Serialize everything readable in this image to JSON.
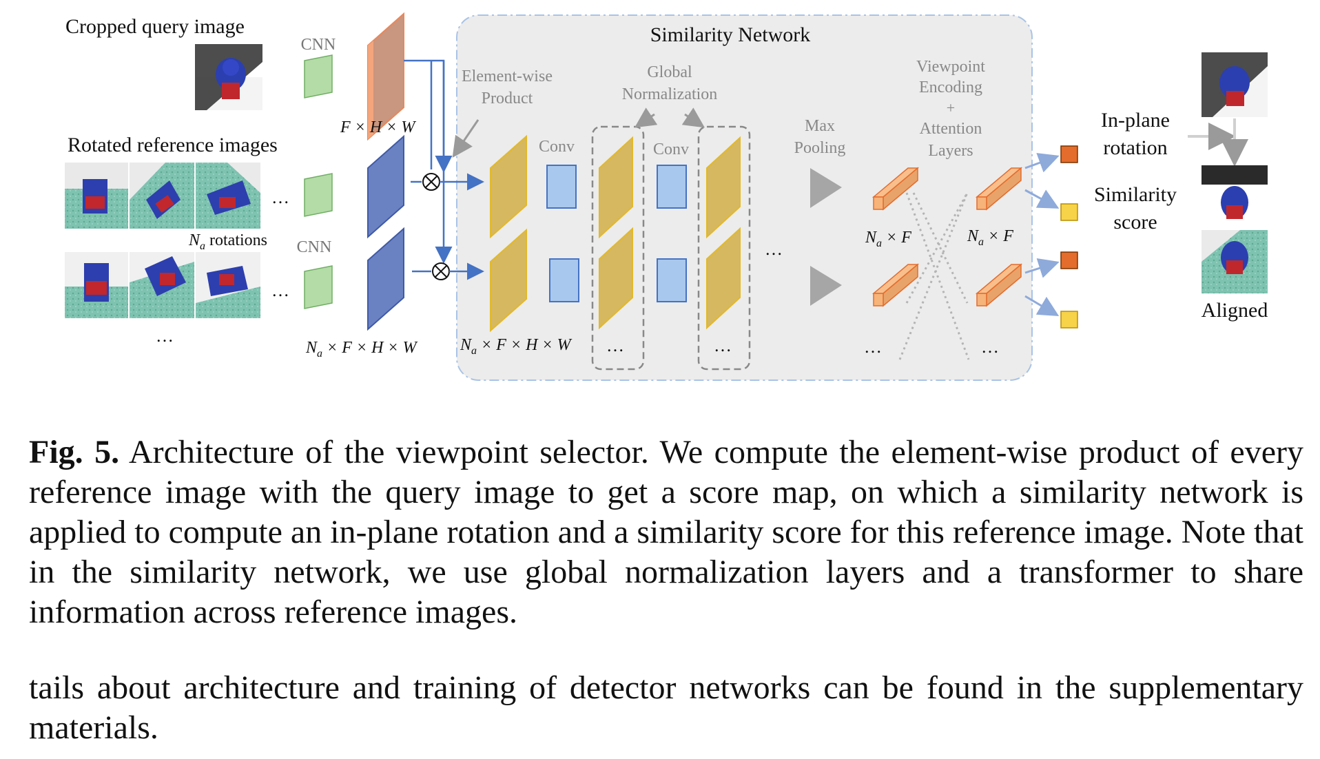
{
  "figure": {
    "labels": {
      "query_title": "Cropped query image",
      "cnn_top": "CNN",
      "query_feat_dim": "F × H × W",
      "rotated_title": "Rotated reference images",
      "n_rotations_sym": "N",
      "n_rotations_sub": "a",
      "n_rotations_text": " rotations",
      "cnn_bottom": "CNN",
      "ref_feat_dim_sym": "N",
      "ref_feat_dim_sub": "a",
      "ref_feat_dim_rest": " × F × H × W",
      "ellipsis": "…",
      "vertical_ellipsis": "…",
      "sim_net_title": "Similarity Network",
      "elementwise_line1": "Element-wise",
      "elementwise_line2": "Product",
      "globalnorm_line1": "Global",
      "globalnorm_line2": "Normalization",
      "conv1": "Conv",
      "conv2": "Conv",
      "maxpool_line1": "Max",
      "maxpool_line2": "Pooling",
      "vp_line1": "Viewpoint",
      "vp_line2": "Encoding",
      "vp_line3": "+",
      "vp_line4": "Attention",
      "vp_line5": "Layers",
      "inner_dim_sym": "N",
      "inner_dim_sub": "a",
      "inner_dim_rest": " × F × H × W",
      "na_f_1_sym": "N",
      "na_f_1_sub": "a",
      "na_f_1_rest": " × F",
      "na_f_2_sym": "N",
      "na_f_2_sub": "a",
      "na_f_2_rest": " × F",
      "inplane_line1": "In-plane",
      "inplane_line2": "rotation",
      "sim_score_line1": "Similarity",
      "sim_score_line2": "score",
      "aligned": "Aligned"
    },
    "colors": {
      "orange_block": "#c9967f",
      "blue_block": "#6b82c2",
      "yellow_block": "#d6b860",
      "cnn_green": "#b4dca6",
      "conv_blue": "#a9c8ee",
      "arrow_blue": "#4472c4",
      "out_orange": "#e46c2c",
      "out_yellow": "#f7d34a",
      "panel_bg": "#ececec"
    }
  },
  "caption": {
    "label": "Fig. 5.",
    "text": " Architecture of the viewpoint selector. We compute the element-wise product of every reference image with the query image to get a score map, on which a similarity network is applied to compute an in-plane rotation and a similarity score for this reference image. Note that in the similarity network, we use global normalization layers and a transformer to share information across reference images."
  },
  "body": {
    "text": "tails about architecture and training of detector networks can be found in the supplementary materials."
  }
}
